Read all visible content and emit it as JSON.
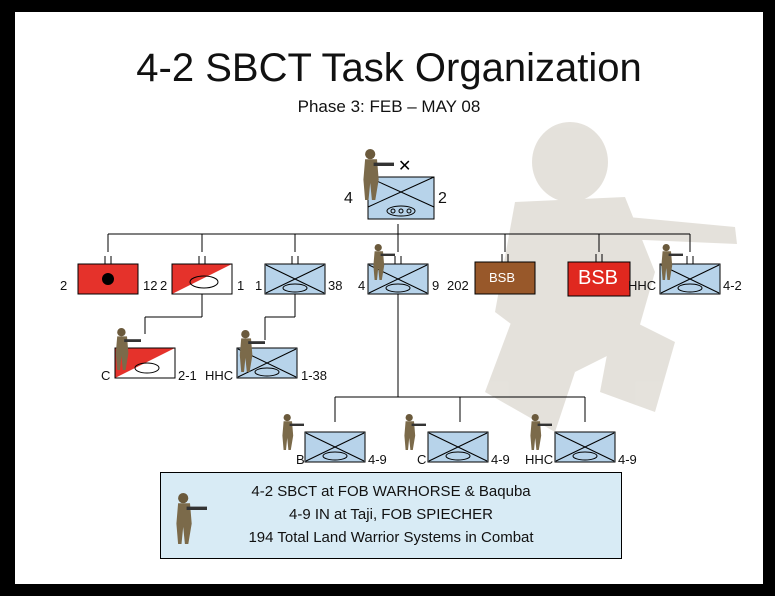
{
  "title": "4-2 SBCT Task Organization",
  "subtitle": "Phase 3: FEB – MAY 08",
  "hq": {
    "left": "4",
    "right": "2"
  },
  "units": {
    "u1": {
      "left": "2",
      "right": "12"
    },
    "u2": {
      "left": "2",
      "right": "1"
    },
    "u3": {
      "left": "1",
      "right": "38"
    },
    "u4": {
      "left": "4",
      "right": "9"
    },
    "u5": {
      "left": "202",
      "text": "BSB"
    },
    "u6": {
      "text": "BSB"
    },
    "u7": {
      "left": "HHC",
      "right": "4-2"
    }
  },
  "sub": {
    "c21": {
      "left": "C",
      "right": "2-1"
    },
    "hhc138": {
      "left": "HHC",
      "right": "1-38"
    },
    "b49": {
      "left": "B",
      "right": "4-9"
    },
    "c49": {
      "left": "C",
      "right": "4-9"
    },
    "hhc49": {
      "left": "HHC",
      "right": "4-9"
    }
  },
  "info": {
    "line1": "4-2 SBCT at FOB WARHORSE & Baquba",
    "line2": "4-9 IN at Taji, FOB SPIECHER",
    "line3": "194 Total Land Warrior Systems in Combat"
  },
  "colors": {
    "infantry_fill": "#b7d3ea",
    "red": "#e5322b",
    "brown": "#98582a",
    "bsb_red": "#e0281f"
  },
  "icons": [
    "soldier-icon"
  ]
}
